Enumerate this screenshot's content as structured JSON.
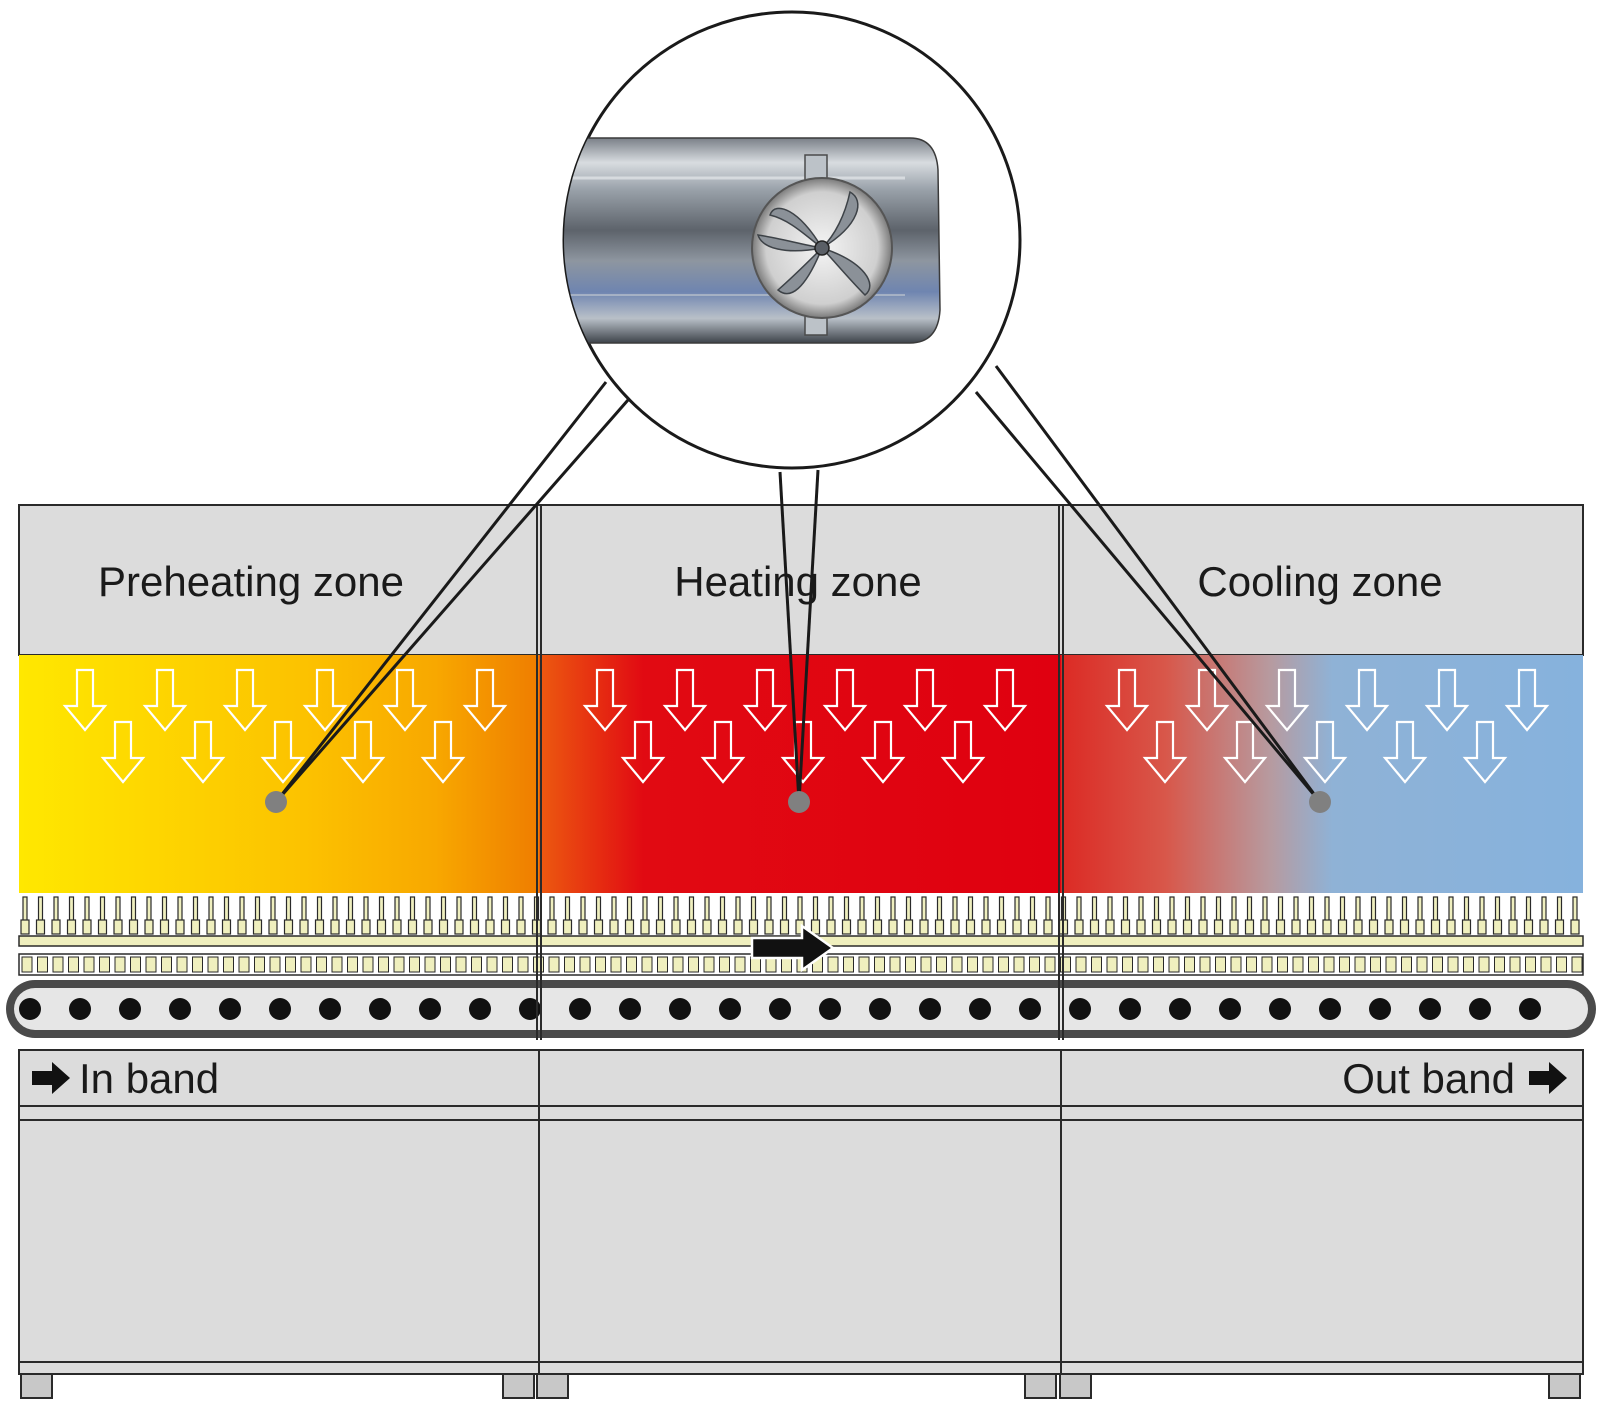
{
  "zones": {
    "preheating": {
      "label": "Preheating zone"
    },
    "heating": {
      "label": "Heating zone"
    },
    "cooling": {
      "label": "Cooling zone"
    }
  },
  "band": {
    "in_label": "In band",
    "out_label": "Out band"
  },
  "colors": {
    "cabinet": "#dcdcdc",
    "outline": "#2a2a2a",
    "preheat_start": "#ffe800",
    "preheat_end": "#f08a00",
    "heat": "#e00010",
    "cool_warm": "#d84030",
    "cool_cold": "#86b2dd",
    "pcb": "#efefbe",
    "conveyor": "#4a4a4a",
    "roller": "#111111"
  },
  "icons": {
    "airflow": "down-arrow-outline-icon",
    "direction": "right-arrow-icon",
    "nozzle": "nozzle-magnifier-icon"
  }
}
